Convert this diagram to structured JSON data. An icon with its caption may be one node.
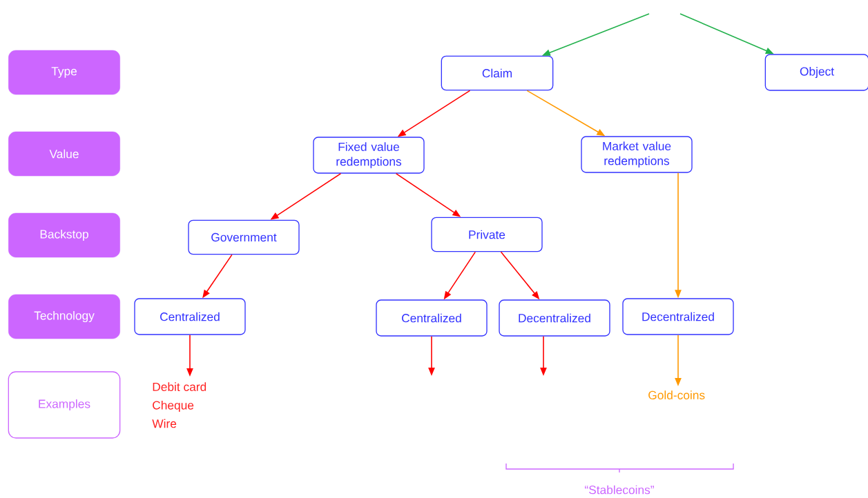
{
  "diagram": {
    "nodes": [
      {
        "text": [
          "Type"
        ]
      },
      {
        "text": [
          "Value"
        ]
      },
      {
        "text": [
          "Backstop"
        ]
      },
      {
        "text": [
          "Technology"
        ]
      },
      {
        "text": [
          "Examples"
        ]
      },
      {
        "text": [
          "Claim"
        ]
      },
      {
        "text": [
          "Object"
        ]
      },
      {
        "text": [
          "Fixed value redemptions"
        ]
      },
      {
        "text": [
          "Market value redemptions"
        ]
      },
      {
        "text": [
          "Government"
        ]
      },
      {
        "text": [
          "Private"
        ]
      },
      {
        "text": [
          "Centralized"
        ]
      },
      {
        "text": [
          "Centralized"
        ]
      },
      {
        "text": [
          "Decentralized"
        ]
      },
      {
        "text": [
          "Decentralized"
        ]
      },
      {
        "text": [
          "Debit card",
          "Cheque",
          "Wire"
        ]
      },
      {
        "text": [
          "Gold-coins"
        ]
      }
    ],
    "edges": [
      {
        "from": null,
        "to": 5,
        "arrow": "to",
        "color": "#22b14c"
      },
      {
        "from": null,
        "to": 6,
        "arrow": "to",
        "color": "#22b14c"
      },
      {
        "from": 5,
        "to": 7,
        "arrow": "to"
      },
      {
        "from": 5,
        "to": 8,
        "arrow": "to",
        "color": "#ff9900"
      },
      {
        "from": 7,
        "to": 9,
        "arrow": "to"
      },
      {
        "from": 7,
        "to": 10,
        "arrow": "to"
      },
      {
        "from": 8,
        "to": 14,
        "arrow": "to",
        "color": "#ff9900"
      },
      {
        "from": 9,
        "to": 11,
        "arrow": "to"
      },
      {
        "from": 10,
        "to": 12,
        "arrow": "to"
      },
      {
        "from": 10,
        "to": 13,
        "arrow": "to"
      },
      {
        "from": 11,
        "to": 15,
        "arrow": "to"
      },
      {
        "from": 12,
        "to": null,
        "arrow": "to"
      },
      {
        "from": 13,
        "to": null,
        "arrow": "to"
      },
      {
        "from": 14,
        "to": 16,
        "arrow": "to",
        "color": "#ff9900"
      }
    ],
    "labels": [
      "“Stablecoins”"
    ]
  }
}
